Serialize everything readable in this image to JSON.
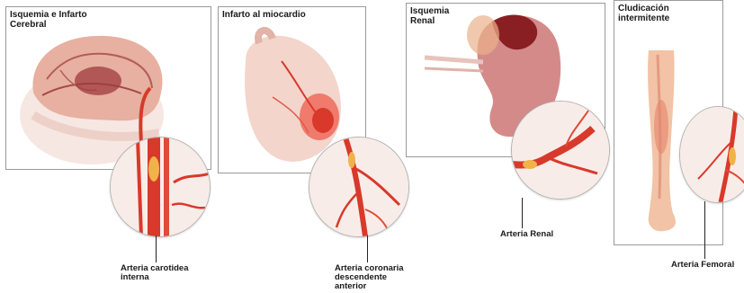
{
  "panels": [
    {
      "title": "Isquemia e Infarto\nCerebral",
      "caption": "Arteria carotidea\ninterna"
    },
    {
      "title": "Infarto al miocardio",
      "caption": "Arteria coronaria\ndescendente\nanterior"
    },
    {
      "title": "Isquemia\nRenal",
      "caption": "Arteria Renal"
    },
    {
      "title": "Cludicación\nintermitente",
      "caption": "Arteria Femoral"
    }
  ],
  "colors": {
    "artery": "#d8392b",
    "artery_light": "#ef8a72",
    "plaque": "#f2b24a",
    "tissue": "#f3d7cf",
    "skin": "#f2c3a6",
    "infarct": "#b8352d",
    "kidney": "#c76a6a"
  }
}
